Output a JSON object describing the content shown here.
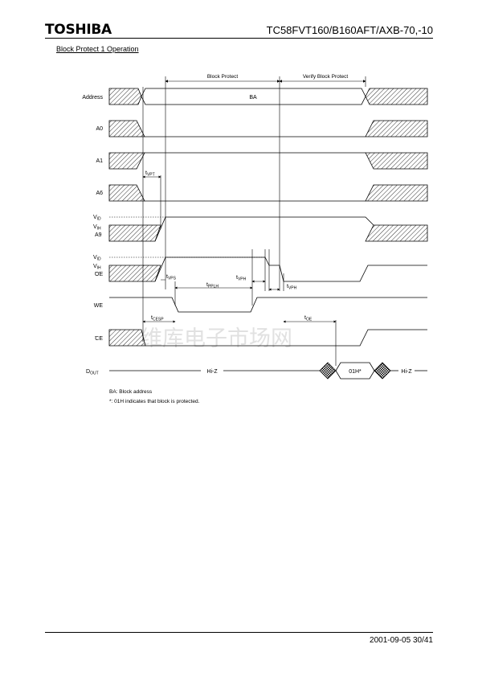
{
  "header": {
    "logo": "TOSHIBA",
    "part_number": "TC58FVT160/B160AFT/AXB-70,-10"
  },
  "section_title": "Block Protect 1 Operation",
  "diagram": {
    "phase_block_protect": "Block Protect",
    "phase_verify": "Verify Block Protect",
    "signals": {
      "address": "Address",
      "a0": "A0",
      "a1": "A1",
      "a6": "A6",
      "vid_1": "V",
      "vid_1_sub": "ID",
      "vih_1": "V",
      "vih_1_sub": "IH",
      "a9": "A9",
      "vid_2": "V",
      "vid_2_sub": "ID",
      "vih_2": "V",
      "vih_2_sub": "IH",
      "oe": "OE",
      "we": "WE",
      "ce": "CE",
      "dout": "D",
      "dout_sub": "OUT"
    },
    "ba_label": "BA",
    "timing": {
      "tvpt": "t",
      "tvpt_sub": "VPT",
      "tvps": "t",
      "tvps_sub": "VPS",
      "tpplh": "t",
      "tpplh_sub": "PPLH",
      "tvph1": "t",
      "tvph1_sub": "VPH",
      "tvph2": "t",
      "tvph2_sub": "VPH",
      "tcesp": "t",
      "tcesp_sub": "CESP",
      "toe": "t",
      "toe_sub": "OE"
    },
    "hiz_left": "Hi-Z",
    "hiz_right": "Hi-Z",
    "data_out": "01H*",
    "watermark": "维库电子市场网"
  },
  "notes": [
    "BA: Block address",
    "*: 01H indicates that block is protected."
  ],
  "footer": {
    "date_page": "2001-09-05 30/41"
  }
}
